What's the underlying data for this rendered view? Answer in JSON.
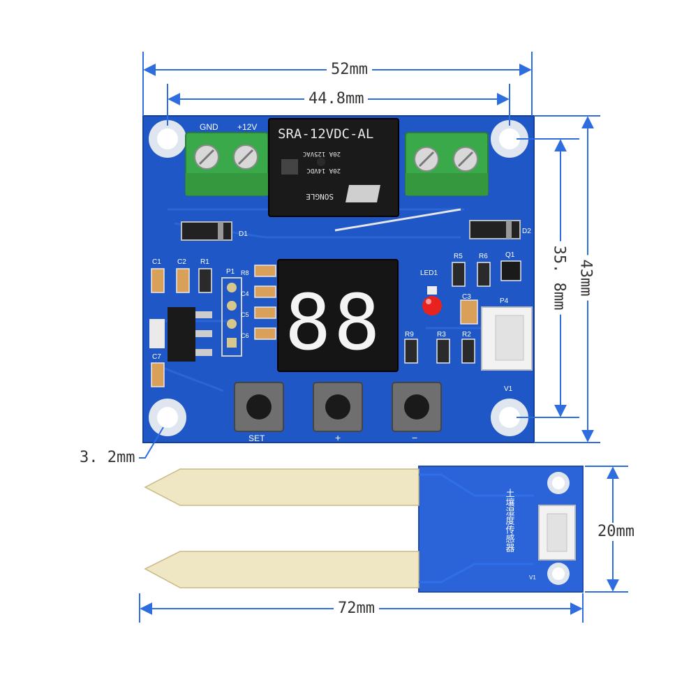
{
  "dimensions": {
    "board_width": "52mm",
    "hole_spacing": "44.8mm",
    "board_height": "43mm",
    "hole_vertical": "35. 8mm",
    "hole_diameter": "3. 2mm",
    "probe_width": "20mm",
    "probe_length": "72mm"
  },
  "board": {
    "terminal_labels": [
      "GND",
      "+12V"
    ],
    "relay": {
      "model": "SRA-12VDC-AL",
      "rating_1": "20A 14VDC",
      "rating_2": "20A 125VAC",
      "brand": "SONGLE"
    },
    "diodes": [
      "D1",
      "D2"
    ],
    "components": [
      "C1",
      "C2",
      "R1",
      "P1",
      "R8",
      "C4",
      "C5",
      "C6",
      "C7",
      "R5",
      "R6",
      "Q1",
      "LED1",
      "C3",
      "P4",
      "R9",
      "R3",
      "R2",
      "V1"
    ],
    "display_digits": "88",
    "buttons": [
      "SET",
      "+",
      "−"
    ]
  },
  "probe": {
    "silkscreen_text": "土壤湿度传感器",
    "pin_label": "V1"
  },
  "colors": {
    "pcb_blue": "#1f57c7",
    "terminal_green": "#3aa94a",
    "dimension_blue": "#2d6de0",
    "probe_gold": "#efe6c3"
  }
}
